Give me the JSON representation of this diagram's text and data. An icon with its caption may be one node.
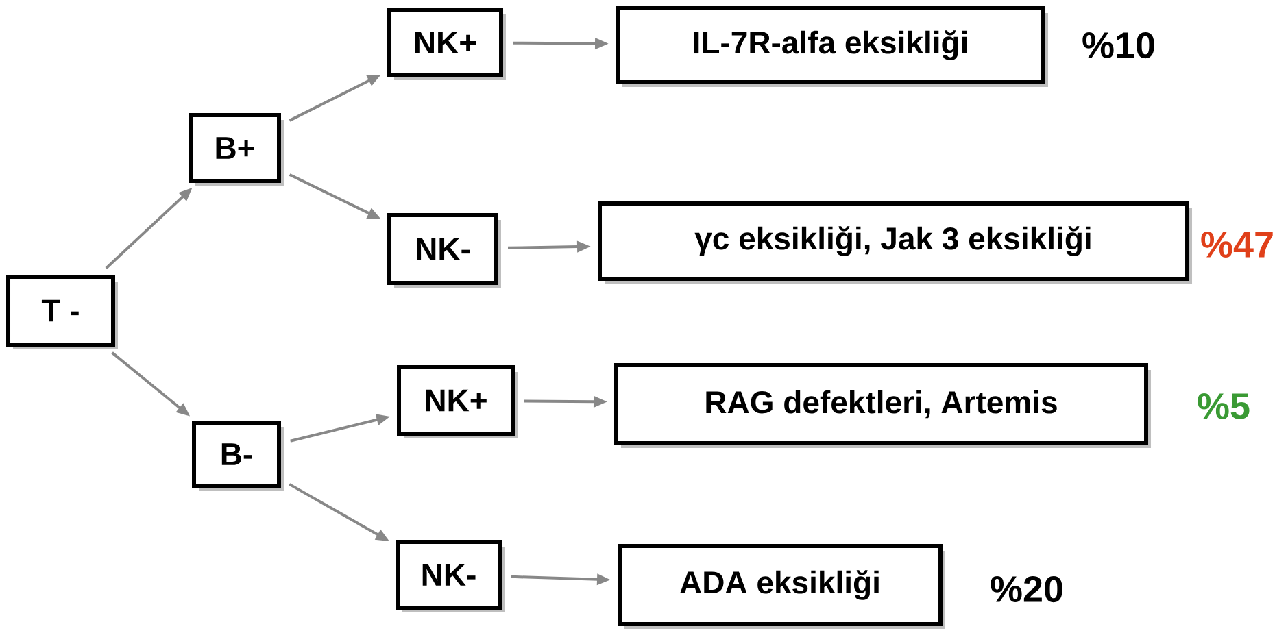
{
  "diagram": {
    "nodes": [
      {
        "text": [
          "T -"
        ]
      },
      {
        "text": [
          "B+"
        ]
      },
      {
        "text": [
          "B-"
        ]
      },
      {
        "text": [
          "NK+"
        ]
      },
      {
        "text": [
          "NK-"
        ]
      },
      {
        "text": [
          "NK+"
        ]
      },
      {
        "text": [
          "NK-"
        ]
      },
      {
        "text": [
          "IL-7R-alfa eksikliği"
        ],
        "beside": [
          "%10"
        ]
      },
      {
        "text": [
          "γc eksikliği, Jak 3 eksikliği"
        ],
        "beside": [
          "%47"
        ]
      },
      {
        "text": [
          "RAG defektleri, Artemis"
        ],
        "beside": [
          "%5"
        ]
      },
      {
        "text": [
          "ADA eksikliği"
        ],
        "beside": [
          "%20"
        ]
      }
    ],
    "edges": [
      {
        "from": 0,
        "to": 1,
        "arrow": "to"
      },
      {
        "from": 0,
        "to": 2,
        "arrow": "to"
      },
      {
        "from": 1,
        "to": 3,
        "arrow": "to"
      },
      {
        "from": 1,
        "to": 4,
        "arrow": "to"
      },
      {
        "from": 2,
        "to": 5,
        "arrow": "to"
      },
      {
        "from": 2,
        "to": 6,
        "arrow": "to"
      },
      {
        "from": 3,
        "to": 7,
        "arrow": "to"
      },
      {
        "from": 4,
        "to": 8,
        "arrow": "to"
      },
      {
        "from": 5,
        "to": 9,
        "arrow": "to"
      },
      {
        "from": 6,
        "to": 10,
        "arrow": "to"
      }
    ]
  }
}
